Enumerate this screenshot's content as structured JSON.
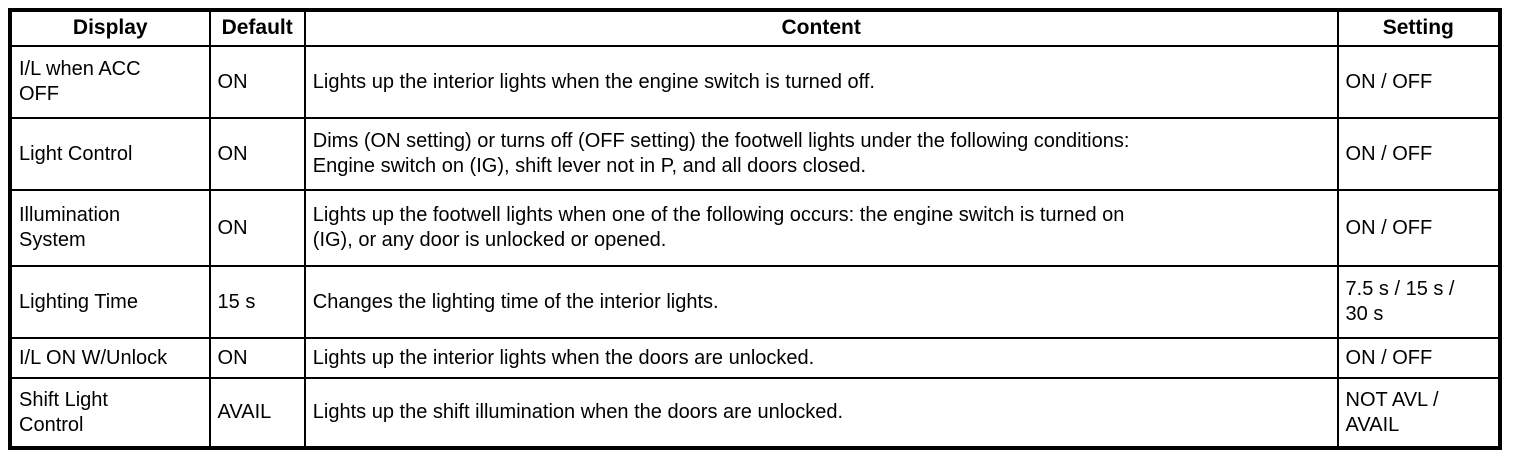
{
  "table": {
    "name": "interior-light-settings-table",
    "headers": {
      "display": "Display",
      "default": "Default",
      "content": "Content",
      "setting": "Setting"
    },
    "rows": [
      {
        "display_line1": "I/L when ACC",
        "display_line2": "OFF",
        "default": "ON",
        "content_line1": "Lights up the interior lights when the engine switch is turned off.",
        "content_line2": "",
        "setting_line1": "ON / OFF",
        "setting_line2": ""
      },
      {
        "display_line1": "Light Control",
        "display_line2": "",
        "default": "ON",
        "content_line1": "Dims (ON setting) or turns off (OFF setting) the footwell lights under the following conditions:",
        "content_line2": "Engine switch on (IG), shift lever not in P, and all doors closed.",
        "setting_line1": "ON / OFF",
        "setting_line2": ""
      },
      {
        "display_line1": "Illumination",
        "display_line2": "System",
        "default": "ON",
        "content_line1": "Lights up the footwell lights when one of the following occurs: the engine switch is turned on",
        "content_line2": "(IG), or any door is unlocked or opened.",
        "setting_line1": "ON / OFF",
        "setting_line2": ""
      },
      {
        "display_line1": "Lighting Time",
        "display_line2": "",
        "default": "15 s",
        "content_line1": "Changes the lighting time of the interior lights.",
        "content_line2": "",
        "setting_line1": "7.5 s / 15 s /",
        "setting_line2": "30 s"
      },
      {
        "display_line1": "I/L ON W/Unlock",
        "display_line2": "",
        "default": "ON",
        "content_line1": "Lights up the interior lights when the doors are unlocked.",
        "content_line2": "",
        "setting_line1": "ON / OFF",
        "setting_line2": ""
      },
      {
        "display_line1": "Shift Light",
        "display_line2": "Control",
        "default": "AVAIL",
        "content_line1": "Lights up the shift illumination when the doors are unlocked.",
        "content_line2": "",
        "setting_line1": "NOT AVL /",
        "setting_line2": "AVAIL"
      }
    ]
  }
}
